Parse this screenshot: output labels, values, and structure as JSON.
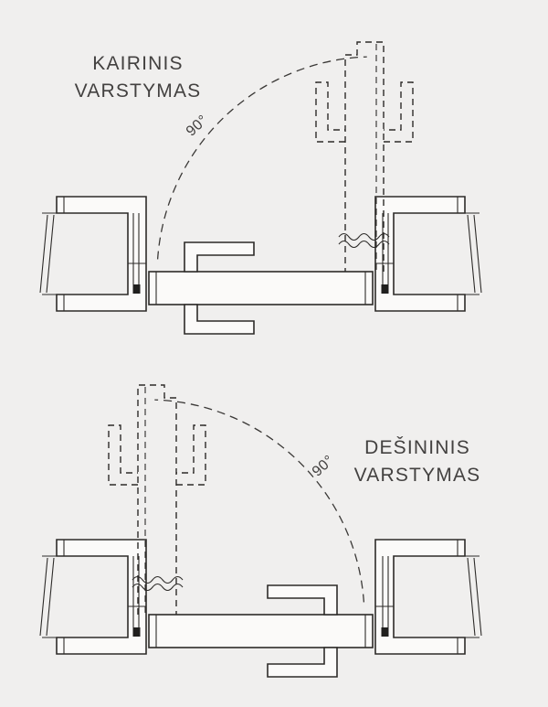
{
  "canvas": {
    "background_color": "#f0efee",
    "line_color": "#2d2b29",
    "text_color": "#434140"
  },
  "diagrams": [
    {
      "id": "left-opening",
      "title_line1": "KAIRINIS",
      "title_line2": "VARSTYMAS",
      "angle_label": "90°"
    },
    {
      "id": "right-opening",
      "title_line1": "DEŠININIS",
      "title_line2": "VARSTYMAS",
      "angle_label": "90°"
    }
  ]
}
